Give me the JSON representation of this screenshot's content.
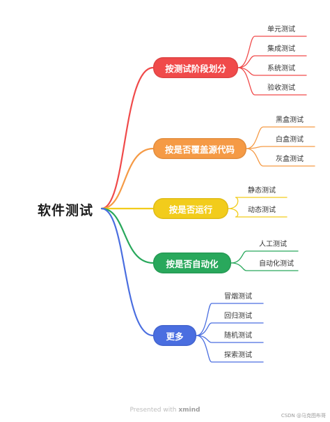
{
  "root": {
    "label": "软件测试"
  },
  "branches": [
    {
      "label": "按测试阶段划分",
      "color": "#f04a4a",
      "leaves": [
        "单元测试",
        "集成测试",
        "系统测试",
        "验收测试"
      ]
    },
    {
      "label": "按是否覆盖源代码",
      "color": "#f59a45",
      "leaves": [
        "黑盒测试",
        "白盒测试",
        "灰盒测试"
      ]
    },
    {
      "label": "按是否运行",
      "color": "#f2cc1b",
      "leaves": [
        "静态测试",
        "动态测试"
      ]
    },
    {
      "label": "按是否自动化",
      "color": "#29a85c",
      "leaves": [
        "人工测试",
        "自动化测试"
      ]
    },
    {
      "label": "更多",
      "color": "#4a6ee0",
      "leaves": [
        "冒烟测试",
        "回归测试",
        "随机测试",
        "探索测试"
      ]
    }
  ],
  "footer": {
    "prefix": "Presented with",
    "brand": "xmind"
  },
  "watermark": "CSDN @马克图布哥"
}
